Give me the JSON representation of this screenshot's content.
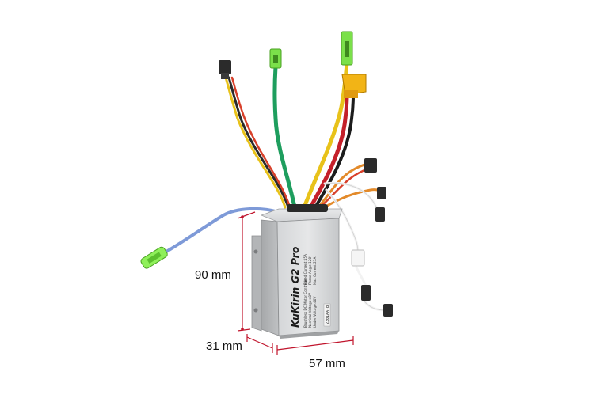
{
  "product": {
    "brand_label": "KuKirin G2 Pro",
    "spec_lines": [
      "Brushless DC Motor Controller",
      "Nominal Voltage:48V",
      "Under Voltage:40V",
      "Rated Current:15A",
      "Phase Angle:120°",
      "Max Current:25A"
    ],
    "serial": "2301AA-B"
  },
  "dimensions": {
    "height_label": "90 mm",
    "depth_label": "31 mm",
    "width_label": "57 mm"
  },
  "colors": {
    "dimension_line": "#c0142c",
    "housing": "#c8cacc",
    "wire_green": "#1e9e5e",
    "wire_yellow": "#e8c21a",
    "wire_blue": "#7e9ad8",
    "wire_red": "#d8402a",
    "wire_orange": "#e38a2a",
    "connector_green": "#7be04a",
    "connector_xt60": "#f2b416"
  }
}
